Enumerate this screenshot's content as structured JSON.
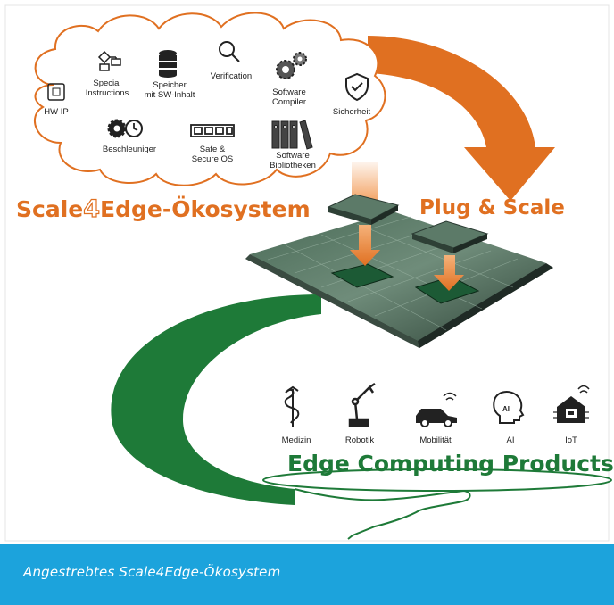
{
  "cloud": {
    "items": {
      "hw_ip": "HW IP",
      "special_instructions_1": "Special",
      "special_instructions_2": "Instructions",
      "speicher_1": "Speicher",
      "speicher_2": "mit SW-Inhalt",
      "verification": "Verification",
      "software_compiler_1": "Software",
      "software_compiler_2": "Compiler",
      "sicherheit": "Sicherheit",
      "beschleuniger": "Beschleuniger",
      "safe_secure_1": "Safe &",
      "safe_secure_2": "Secure OS",
      "software_bibliotheken_1": "Software",
      "software_bibliotheken_2": "Bibliotheken"
    }
  },
  "ecosystem_title": {
    "before": "Scale",
    "digit": "4",
    "after": "Edge-Ökosystem"
  },
  "plug_scale": "Plug & Scale",
  "products": {
    "items": [
      "Medizin",
      "Robotik",
      "Mobilität",
      "AI",
      "IoT"
    ],
    "title": "Edge Computing Products"
  },
  "caption": "Angestrebtes Scale4Edge-Ökosystem",
  "colors": {
    "orange": "#e07021",
    "green": "#1e7a38",
    "caption_bg": "#1ca3dc"
  }
}
